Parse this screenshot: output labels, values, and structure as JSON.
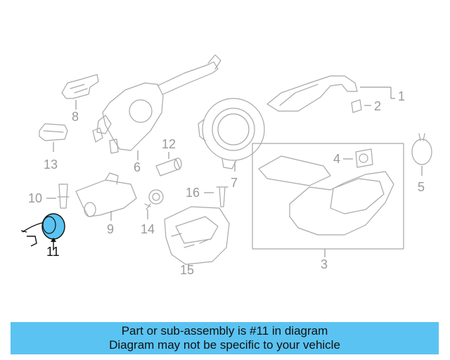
{
  "colors": {
    "banner": "#5bc3f1",
    "highlight_part": "#5bc3f1",
    "line_art": "#a8a8a8",
    "text": "#111111"
  },
  "callouts": {
    "c1": "1",
    "c2": "2",
    "c3": "3",
    "c4": "4",
    "c5": "5",
    "c6": "6",
    "c7": "7",
    "c8": "8",
    "c9": "9",
    "c10": "10",
    "c11": "11",
    "c12": "12",
    "c13": "13",
    "c14": "14",
    "c15": "15",
    "c16": "16"
  },
  "banner": {
    "line1": "Part or sub-assembly is #11 in diagram",
    "line2": "Diagram may not be specific to your vehicle"
  }
}
